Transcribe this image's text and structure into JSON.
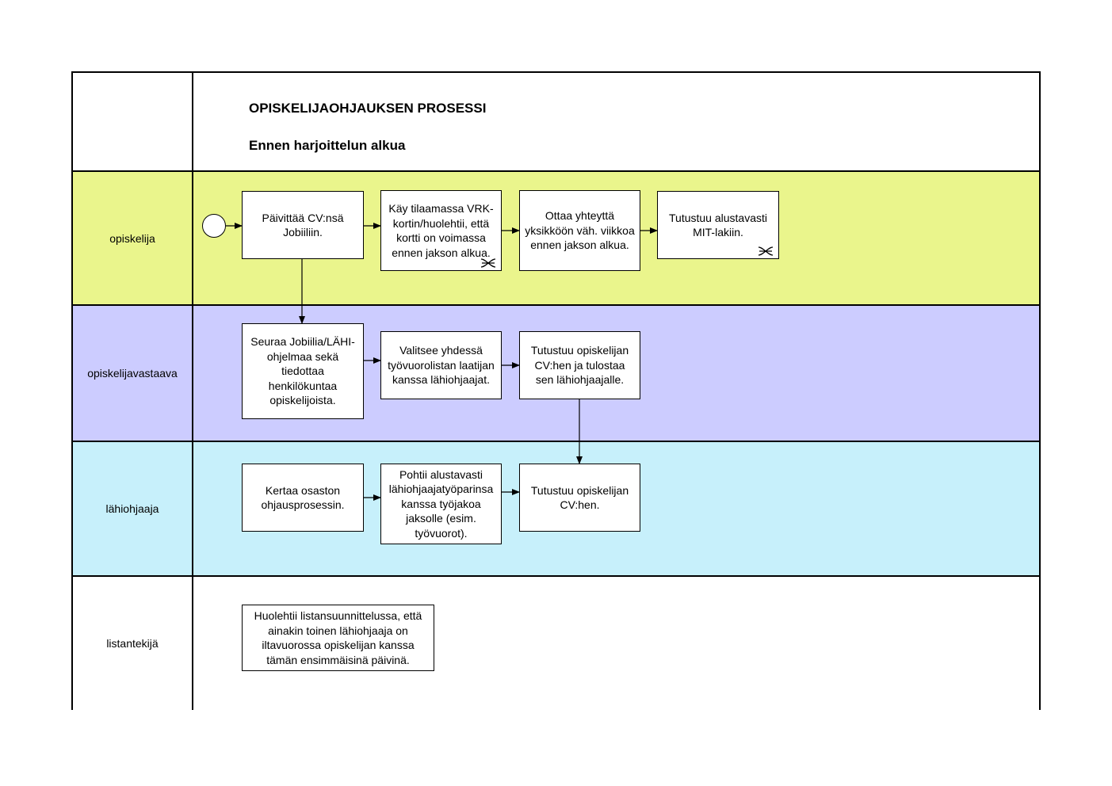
{
  "header": {
    "title": "OPISKELIJAOHJAUKSEN PROSESSI",
    "subtitle": "Ennen harjoittelun alkua"
  },
  "lanes": [
    {
      "label": "opiskelija",
      "color": "#eaf58c"
    },
    {
      "label": "opiskelijavastaava",
      "color": "#ccccff"
    },
    {
      "label": "lähiohjaaja",
      "color": "#c7f0fb"
    },
    {
      "label": "listantekijä",
      "color": "#ffffff"
    }
  ],
  "tasks": {
    "t1": "Päivittää CV:nsä Jobiiliin.",
    "t2": "Käy tilaamassa VRK-kortin/huolehtii, että kortti on voimassa ennen jakson alkua.",
    "t3": "Ottaa yhteyttä yksikköön väh. viikkoa ennen jakson alkua.",
    "t4": "Tutustuu alustavasti MIT-lakiin.",
    "t5": "Seuraa Jobiilia/LÄHI-ohjelmaa sekä tiedottaa henkilökuntaa opiskelijoista.",
    "t6": "Valitsee yhdessä työvuorolistan laatijan kanssa lähiohjaajat.",
    "t7": "Tutustuu opiskelijan CV:hen ja tulostaa sen lähiohjaajalle.",
    "t8": "Kertaa osaston ohjausprosessin.",
    "t9": "Pohtii alustavasti lähiohjaajatyöparinsa kanssa työjakoa jaksolle (esim. työvuorot).",
    "t10": "Tutustuu opiskelijan CV:hen.",
    "t11": "Huolehtii listansuunnittelussa, että ainakin toinen lähiohjaaja on iltavuorossa opiskelijan kanssa tämän ensimmäisinä päivinä."
  },
  "icons": {
    "loop_marker": "loop-icon",
    "start_event": "start-event-icon"
  }
}
